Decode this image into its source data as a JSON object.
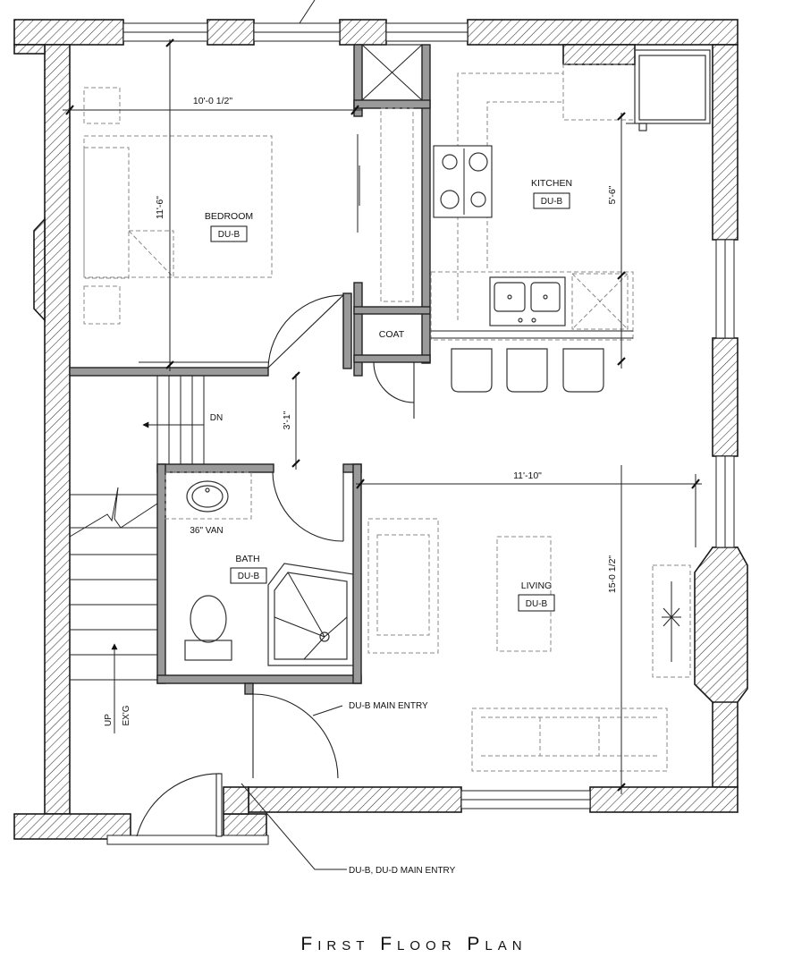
{
  "drawing": {
    "title": "First Floor Plan",
    "rooms": {
      "bedroom": {
        "name": "BEDROOM",
        "tag": "DU-B"
      },
      "kitchen": {
        "name": "KITCHEN",
        "tag": "DU-B"
      },
      "bath": {
        "name": "BATH",
        "tag": "DU-B"
      },
      "living": {
        "name": "LIVING",
        "tag": "DU-B"
      },
      "coat": {
        "name": "COAT"
      }
    },
    "dimensions": {
      "bedroom_width": "10'-0 1/2\"",
      "bedroom_depth": "11'-6\"",
      "kitchen_depth": "5'-6\"",
      "hall_width": "3'-1\"",
      "living_width": "11'-10\"",
      "living_depth": "15-0 1/2\""
    },
    "notes": {
      "stair_down": "DN",
      "stair_up": "UP",
      "stair_existing": "EX'G",
      "vanity": "36\" VAN",
      "main_entry": "DU-B MAIN ENTRY",
      "shared_entry": "DU-B, DU-D MAIN ENTRY"
    }
  }
}
